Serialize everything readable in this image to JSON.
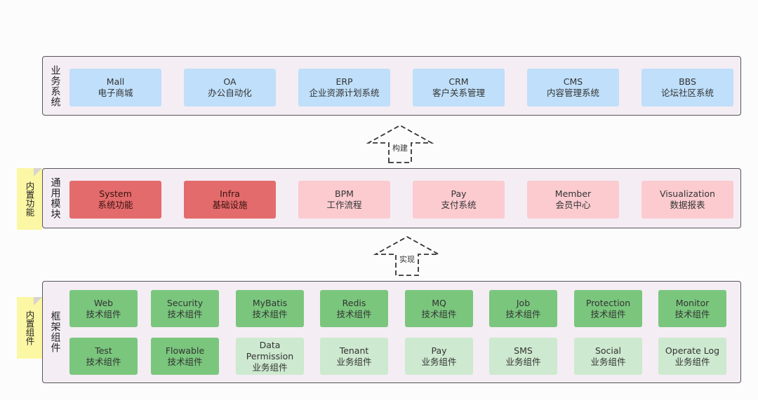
{
  "business_layer": {
    "title": "业务系统",
    "items": [
      {
        "en": "Mall",
        "zh": "电子商城"
      },
      {
        "en": "OA",
        "zh": "办公自动化"
      },
      {
        "en": "ERP",
        "zh": "企业资源计划系统"
      },
      {
        "en": "CRM",
        "zh": "客户关系管理"
      },
      {
        "en": "CMS",
        "zh": "内容管理系统"
      },
      {
        "en": "BBS",
        "zh": "论坛社区系统"
      }
    ]
  },
  "arrow_build": {
    "label": "构建"
  },
  "common_layer": {
    "title": "通用模块",
    "note": "内置功能",
    "items": [
      {
        "en": "System",
        "zh": "系统功能",
        "style": "builtin"
      },
      {
        "en": "Infra",
        "zh": "基础设施",
        "style": "builtin"
      },
      {
        "en": "BPM",
        "zh": "工作流程",
        "style": "optional"
      },
      {
        "en": "Pay",
        "zh": "支付系统",
        "style": "optional"
      },
      {
        "en": "Member",
        "zh": "会员中心",
        "style": "optional"
      },
      {
        "en": "Visualization",
        "zh": "数据报表",
        "style": "optional"
      }
    ]
  },
  "arrow_impl": {
    "label": "实现"
  },
  "framework_layer": {
    "title": "框架组件",
    "note": "内置组件",
    "row1": [
      {
        "en": "Web",
        "zh": "技术组件"
      },
      {
        "en": "Security",
        "zh": "技术组件"
      },
      {
        "en": "MyBatis",
        "zh": "技术组件"
      },
      {
        "en": "Redis",
        "zh": "技术组件"
      },
      {
        "en": "MQ",
        "zh": "技术组件"
      },
      {
        "en": "Job",
        "zh": "技术组件"
      },
      {
        "en": "Protection",
        "zh": "技术组件"
      },
      {
        "en": "Monitor",
        "zh": "技术组件"
      }
    ],
    "row2": [
      {
        "en": "Test",
        "zh": "技术组件",
        "style": "tech"
      },
      {
        "en": "Flowable",
        "zh": "技术组件",
        "style": "tech"
      },
      {
        "en": "Data Permission",
        "zh": "业务组件",
        "style": "biz"
      },
      {
        "en": "Tenant",
        "zh": "业务组件",
        "style": "biz"
      },
      {
        "en": "Pay",
        "zh": "业务组件",
        "style": "biz"
      },
      {
        "en": "SMS",
        "zh": "业务组件",
        "style": "biz"
      },
      {
        "en": "Social",
        "zh": "业务组件",
        "style": "biz"
      },
      {
        "en": "Operate Log",
        "zh": "业务组件",
        "style": "biz"
      }
    ]
  },
  "colors": {
    "business": "#bfdffa",
    "builtin_module": "#e36b6b",
    "optional_module": "#fbcbd0",
    "tech_component": "#7ac67d",
    "biz_component": "#cde9cf",
    "note": "#fbf7a4"
  }
}
